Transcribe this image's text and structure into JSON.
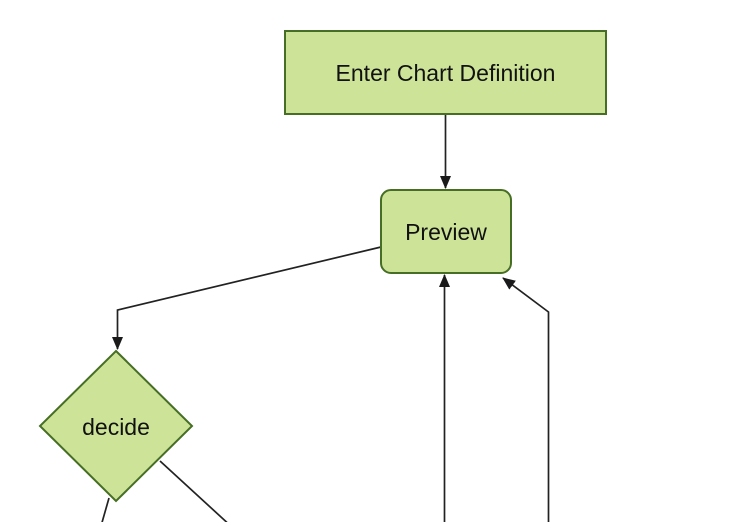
{
  "diagram": {
    "type": "flowchart",
    "background": "#ffffff",
    "colors": {
      "node_fill": "#cde498",
      "node_border": "#466e24",
      "edge_line": "#222222",
      "arrowhead": "#1a1a1a",
      "label_text": "#111111"
    },
    "nodes": [
      {
        "id": "enter-chart-definition",
        "label": "Enter Chart Definition",
        "shape": "rectangle"
      },
      {
        "id": "preview",
        "label": "Preview",
        "shape": "rounded-rectangle"
      },
      {
        "id": "decide",
        "label": "decide",
        "shape": "diamond"
      }
    ],
    "edges": [
      {
        "name": "enter-chart-definition-to-preview",
        "arrowhead": true
      },
      {
        "name": "preview-to-decide",
        "arrowhead": true
      },
      {
        "name": "bottom-offscreen-to-preview",
        "arrowhead": true
      },
      {
        "name": "bottom-right-offscreen-to-preview",
        "arrowhead": true
      },
      {
        "name": "decide-to-bottom-left-offscreen",
        "arrowhead": false
      },
      {
        "name": "decide-to-bottom-right-offscreen",
        "arrowhead": false
      }
    ]
  }
}
